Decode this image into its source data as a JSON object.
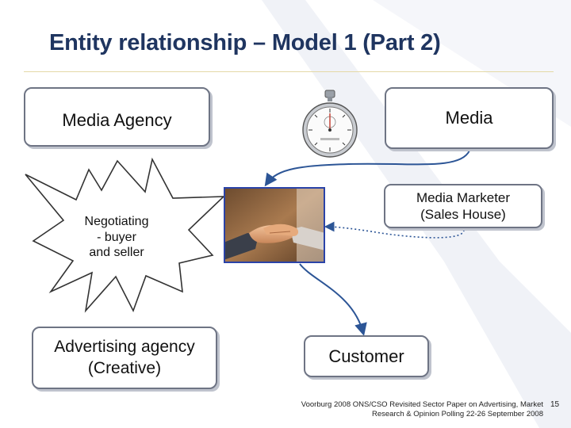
{
  "title": "Entity relationship – Model 1 (Part 2)",
  "boxes": {
    "media_agency": "Media Agency",
    "media": "Media",
    "media_marketer_line1": "Media Marketer",
    "media_marketer_line2": "(Sales House)",
    "advertising_line1": "Advertising agency",
    "advertising_line2": "(Creative)",
    "customer": "Customer"
  },
  "burst": {
    "line1": "Negotiating",
    "line2": "- buyer",
    "line3": "and seller"
  },
  "footer": {
    "line1": "Voorburg 2008 ONS/CSO Revisited Sector Paper on Advertising, Market",
    "line2": "Research & Opinion Polling 22-26 September 2008",
    "page_number": "15"
  },
  "colors": {
    "title": "#1f3560",
    "box_border": "#6e7484",
    "connector": "#2c5596",
    "photo_border": "#2a43a8",
    "watermark": "#eef1f6"
  },
  "icons": [
    "stopwatch-icon",
    "handshake-photo"
  ]
}
